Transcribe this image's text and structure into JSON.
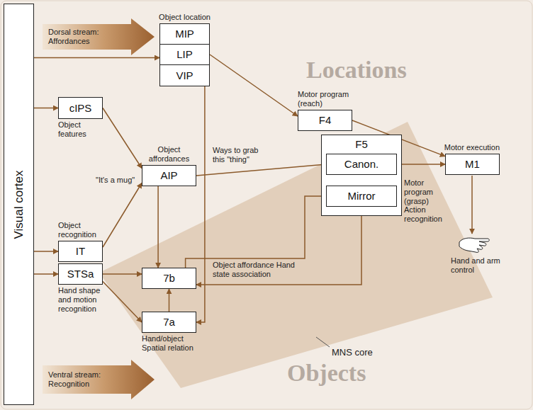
{
  "diagram": {
    "nodes": [
      {
        "text": [
          "Visual cortex"
        ]
      },
      {
        "text": [
          "Object location"
        ]
      },
      {
        "text": [
          "MIP"
        ],
        "in": 1
      },
      {
        "text": [
          "LIP"
        ],
        "in": 1
      },
      {
        "text": [
          "VIP"
        ],
        "in": 1
      },
      {
        "text": [
          "cIPS",
          "Object features"
        ]
      },
      {
        "text": [
          "AIP",
          "Object affordances"
        ]
      },
      {
        "text": [
          "F4",
          "Motor program (reach)"
        ]
      },
      {
        "text": [
          "F5"
        ]
      },
      {
        "text": [
          "Canon."
        ],
        "in": 8
      },
      {
        "text": [
          "Mirror"
        ],
        "in": 8
      },
      {
        "text": [
          "M1",
          "Motor execution"
        ]
      },
      {
        "text": [
          "IT",
          "Object recognition"
        ]
      },
      {
        "text": [
          "STSa",
          "Hand shape and motion recognition"
        ]
      },
      {
        "text": [
          "7b"
        ]
      },
      {
        "text": [
          "7a",
          "Hand/object Spatial relation"
        ]
      }
    ],
    "edges": [
      {
        "from": 0,
        "to": 3,
        "arrow": "to"
      },
      {
        "from": 0,
        "to": 5,
        "arrow": "to"
      },
      {
        "from": 0,
        "to": 12,
        "arrow": "to"
      },
      {
        "from": 0,
        "to": 13,
        "arrow": "to"
      },
      {
        "from": 5,
        "to": 6,
        "arrow": "to"
      },
      {
        "from": 12,
        "to": 6,
        "arrow": "to",
        "label": "\"It's a mug\""
      },
      {
        "from": 3,
        "to": 7,
        "arrow": "to"
      },
      {
        "from": 7,
        "to": 11,
        "arrow": "to"
      },
      {
        "from": 6,
        "to": 9,
        "arrow": "to",
        "label": "Ways to grab this \"thing\""
      },
      {
        "from": 9,
        "to": 11,
        "arrow": "to",
        "label": "Motor program (grasp)"
      },
      {
        "from": 6,
        "to": 14,
        "arrow": "to"
      },
      {
        "from": 4,
        "to": 15,
        "arrow": "to"
      },
      {
        "from": 13,
        "to": 14,
        "arrow": "to"
      },
      {
        "from": 13,
        "to": 15,
        "arrow": "to"
      },
      {
        "from": 15,
        "to": 14,
        "arrow": "to"
      },
      {
        "from": 14,
        "to": 10,
        "arrow": "to"
      },
      {
        "from": 10,
        "to": 14,
        "arrow": "to",
        "label": "Object affordance Hand state association"
      }
    ],
    "labels": [
      "Dorsal stream: Affordances",
      "Locations",
      "Action recognition",
      "Hand and arm control",
      "MNS core",
      "Objects",
      "Ventral stream: Recognition"
    ]
  }
}
